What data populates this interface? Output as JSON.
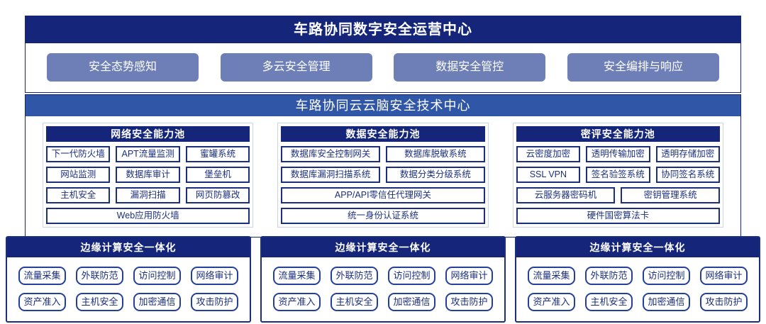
{
  "colors": {
    "deep_navy": "#14257a",
    "medium_blue": "#3056a8",
    "periwinkle_button": "#6e7fb7",
    "item_blue": "#1b2f7e",
    "pool_border_light": "#c9d5ee"
  },
  "operation_center": {
    "title": "车路协同数字安全运营中心",
    "modules": [
      "安全态势感知",
      "多云安全管理",
      "数据安全管控",
      "安全编排与响应"
    ]
  },
  "technology_center": {
    "title": "车路协同云云脑安全技术中心",
    "pools": [
      {
        "title": "网络安全能力池",
        "items": [
          "下一代防火墙",
          "APT流量监测",
          "蜜罐系统",
          "网站监测",
          "数据库审计",
          "堡垒机",
          "主机安全",
          "漏洞扫描",
          "网页防篡改",
          "Web应用防火墙"
        ]
      },
      {
        "title": "数据安全能力池",
        "items": [
          "数据库安全控制网关",
          "数据库脱敏系统",
          "数据库漏洞扫描系统",
          "数据分类分级系统",
          "APP/API零信任代理网关",
          "统一身份认证系统"
        ]
      },
      {
        "title": "密评安全能力池",
        "items": [
          "云密度加密",
          "透明传输加密",
          "透明存储加密",
          "SSL VPN",
          "签名验签系统",
          "协同签名系统",
          "云服务器密码机",
          "密钥管理系统",
          "硬件国密算法卡"
        ]
      }
    ]
  },
  "edge_units": [
    {
      "title": "边缘计算安全一体化",
      "items": [
        "流量采集",
        "外联防范",
        "访问控制",
        "网络审计",
        "资产准入",
        "主机安全",
        "加密通信",
        "攻击防护"
      ]
    },
    {
      "title": "边缘计算安全一体化",
      "items": [
        "流量采集",
        "外联防范",
        "访问控制",
        "网络审计",
        "资产准入",
        "主机安全",
        "加密通信",
        "攻击防护"
      ]
    },
    {
      "title": "边缘计算安全一体化",
      "items": [
        "流量采集",
        "外联防范",
        "访问控制",
        "网络审计",
        "资产准入",
        "主机安全",
        "加密通信",
        "攻击防护"
      ]
    }
  ]
}
